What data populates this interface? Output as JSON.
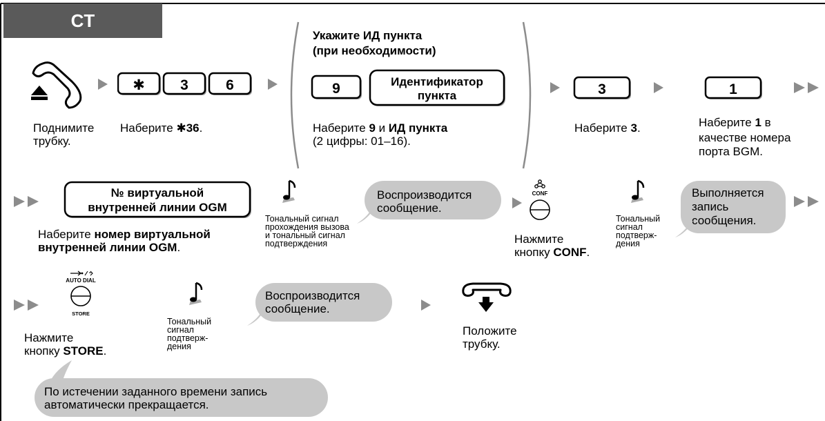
{
  "header": {
    "mode_label": "CT"
  },
  "row1": {
    "star_key": "✱",
    "key_3": "3",
    "key_6": "6",
    "bracket_title_line1": "Укажите ИД пункта",
    "bracket_title_line2": "(при необходимости)",
    "key_9": "9",
    "site_id_key_line1": "Идентификатор",
    "site_id_key_line2": "пункта",
    "key_3b": "3",
    "key_1": "1",
    "offhook_line1": "Поднимите",
    "offhook_line2": "трубку.",
    "dial36_prefix": "Наберите ",
    "dial36_bold": "✱36",
    "dial36_suffix": ".",
    "dial9_prefix": "Наберите ",
    "dial9_bold1": "9",
    "dial9_mid": " и ",
    "dial9_bold2": "ИД пункта",
    "dial9_line2": "(2 цифры: 01–16).",
    "dial3_prefix": "Наберите ",
    "dial3_bold": "3",
    "dial3_suffix": ".",
    "dial1_prefix": "Наберите ",
    "dial1_bold": "1",
    "dial1_suffix": " в",
    "dial1_line2": "качестве номера",
    "dial1_line3": "порта BGM."
  },
  "row2": {
    "ogm_key_line1": "№ виртуальной",
    "ogm_key_line2": "внутренней линии OGM",
    "ogm_text_prefix": "Наберите ",
    "ogm_text_bold1": "номер виртуальной",
    "ogm_text_bold2": "внутренней линии OGM",
    "ogm_text_suffix": ".",
    "tone1_line1": "Тональный сигнал",
    "tone1_line2": "прохождения вызова",
    "tone1_line3": "и тональный сигнал",
    "tone1_line4": "подтверждения",
    "bubble1_line1": "Воспроизводится",
    "bubble1_line2": "сообщение.",
    "conf_key_label": "CONF",
    "press_conf_line1": "Нажмите",
    "press_conf_line2_prefix": "кнопку ",
    "press_conf_bold": "CONF",
    "press_conf_suffix": ".",
    "tone2_line1": "Тональный",
    "tone2_line2": "сигнал",
    "tone2_line3": "подтверж-",
    "tone2_line4": "дения",
    "bubble2_line1": "Выполняется",
    "bubble2_line2": "запись",
    "bubble2_line3": "сообщения."
  },
  "row3": {
    "auto_dial_label": "AUTO DIAL",
    "store_label": "STORE",
    "press_store_line1": "Нажмите",
    "press_store_line2_prefix": "кнопку ",
    "press_store_bold": "STORE",
    "press_store_suffix": ".",
    "tone3_line1": "Тональный",
    "tone3_line2": "сигнал",
    "tone3_line3": "подтверж-",
    "tone3_line4": "дения",
    "bubble3_line1": "Воспроизводится",
    "bubble3_line2": "сообщение.",
    "onhook_line1": "Положите",
    "onhook_line2": "трубку.",
    "note_line1": "По истечении заданного времени запись",
    "note_line2": "автоматически прекращается."
  },
  "colors": {
    "tab": "#5a5a5a",
    "bubble": "#c8c8c8",
    "arrow": "#8c8c8c",
    "key_shadow": "#9a9a9a"
  }
}
